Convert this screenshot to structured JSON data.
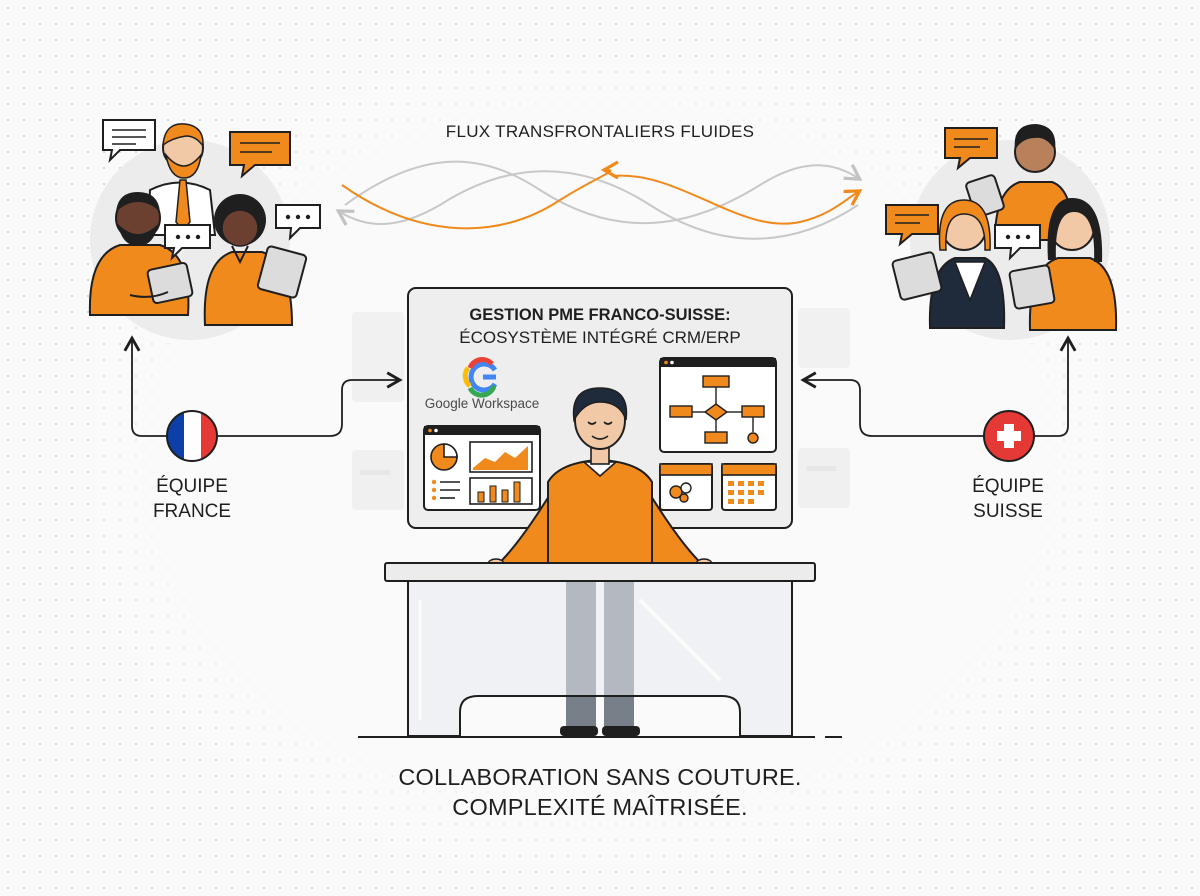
{
  "flow_label": "FLUX TRANSFRONTALIERS FLUIDES",
  "team_france": {
    "line1": "ÉQUIPE",
    "line2": "FRANCE"
  },
  "team_suisse": {
    "line1": "ÉQUIPE",
    "line2": "SUISSE"
  },
  "panel": {
    "title": "GESTION PME FRANCO-SUISSE:",
    "subtitle": "ÉCOSYSTÈME INTÉGRÉ CRM/ERP",
    "workspace_label": "Google Workspace"
  },
  "tagline": {
    "line1": "COLLABORATION SANS COUTURE.",
    "line2": "COMPLEXITÉ MAÎTRISÉE."
  },
  "colors": {
    "accent": "#f08a1c",
    "ink": "#1f1f1f",
    "grey": "#c8c8c8",
    "france_blue": "#0d3fa8",
    "france_red": "#e53935",
    "swiss_red": "#e53935"
  },
  "icons": [
    "speech-bubble-icon",
    "ellipsis-bubble-icon",
    "tablet-icon",
    "france-flag-icon",
    "swiss-flag-icon",
    "google-logo-icon",
    "pie-chart-icon",
    "bar-chart-icon",
    "flowchart-icon",
    "calendar-icon"
  ]
}
